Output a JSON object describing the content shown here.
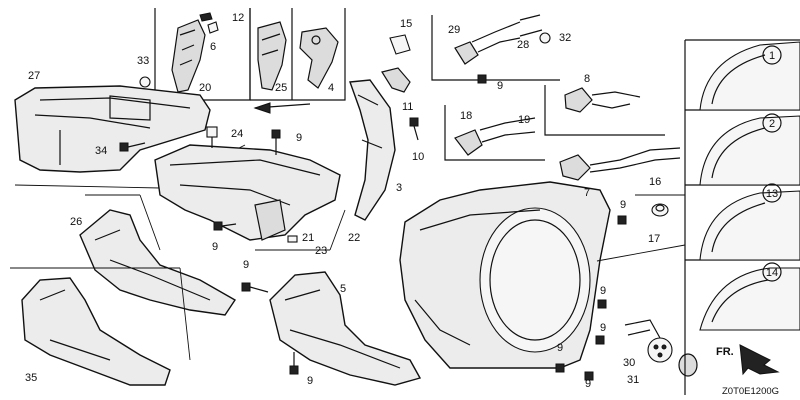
{
  "diagram": {
    "callouts": {
      "p1": "1",
      "p2": "2",
      "p3": "3",
      "p4": "4",
      "p5": "5",
      "p6": "6",
      "p7": "7",
      "p8": "8",
      "p9": "9",
      "p10": "10",
      "p11": "11",
      "p12": "12",
      "p13": "13",
      "p14": "14",
      "p15": "15",
      "p16": "16",
      "p17": "17",
      "p18": "18",
      "p19": "19",
      "p20": "20",
      "p21": "21",
      "p22": "22",
      "p23": "23",
      "p24": "24",
      "p25": "25",
      "p26": "26",
      "p27": "27",
      "p28": "28",
      "p29": "29",
      "p30": "30",
      "p31": "31",
      "p32": "32",
      "p33": "33",
      "p34": "34",
      "p35": "35"
    },
    "detail_circles": [
      "1",
      "2",
      "13",
      "14"
    ],
    "direction_label": "FR.",
    "figure_code": "Z0T0E1200G"
  }
}
